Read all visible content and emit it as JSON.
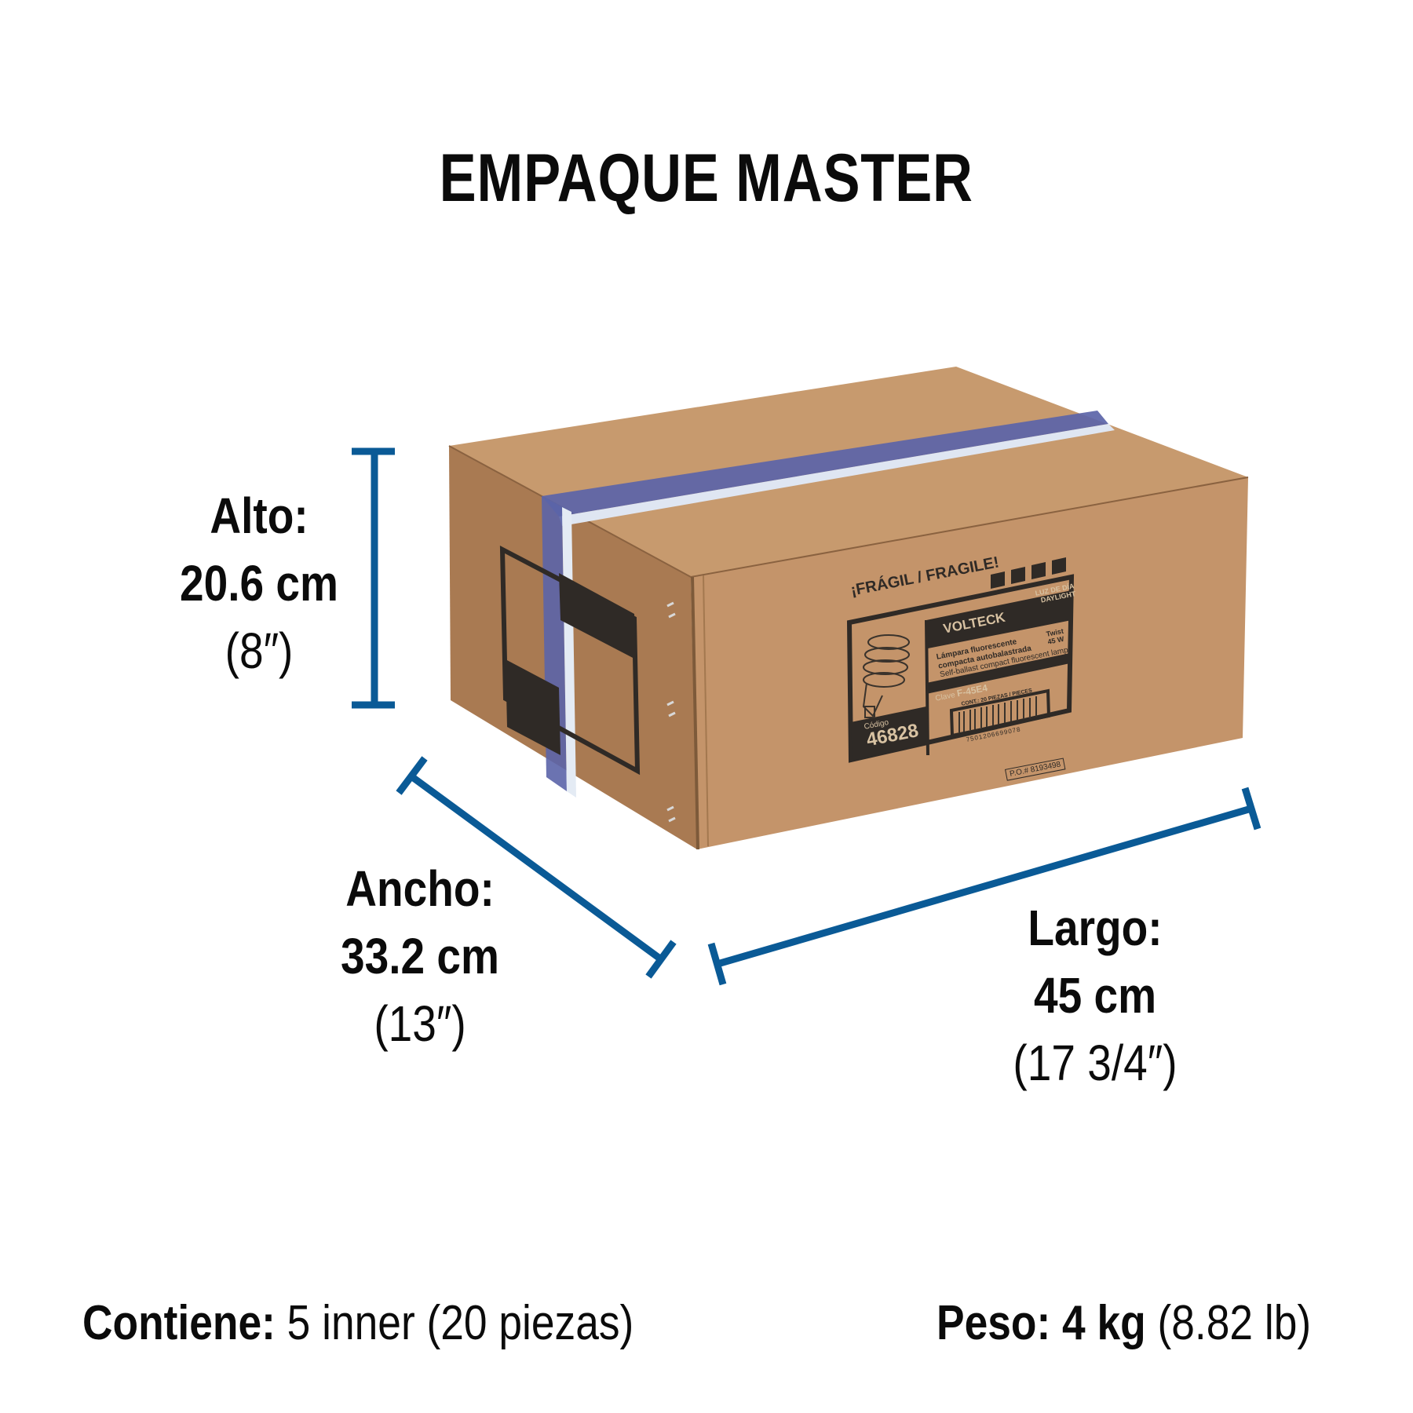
{
  "title": "EMPAQUE MASTER",
  "accent_color": "#0a5a96",
  "dimensions": {
    "alto": {
      "label": "Alto:",
      "metric": "20.6 cm",
      "imperial": "(8″)"
    },
    "ancho": {
      "label": "Ancho:",
      "metric": "33.2 cm",
      "imperial": "(13″)"
    },
    "largo": {
      "label": "Largo:",
      "metric": "45 cm",
      "imperial": "(17 3/4″)"
    }
  },
  "footer": {
    "contains_label": "Contiene:",
    "contains_value": " 5 inner (20 piezas)",
    "weight_label": "Peso: 4 kg",
    "weight_value": " (8.82 lb)"
  },
  "box_label": {
    "fragile": "¡FRÁGIL / FRAGILE!",
    "brand": "VOLTECK",
    "light_type_es": "LUZ DE DÍA",
    "light_type_en": "DAYLIGHT",
    "model": "Twist",
    "wattage": "45 W",
    "product_es_1": "Lámpara fluorescente",
    "product_es_2": "compacta autobalastrada",
    "product_en": "Self-ballast compact fluorescent lamp",
    "clave_label": "Clave",
    "clave": "F-45E4",
    "contents": "CONT.: 20 PIEZAS / PIECES",
    "barcode_number": "7501206699078",
    "codigo_label": "Código",
    "codigo": "46828",
    "po": "P.O.# 8193498"
  }
}
